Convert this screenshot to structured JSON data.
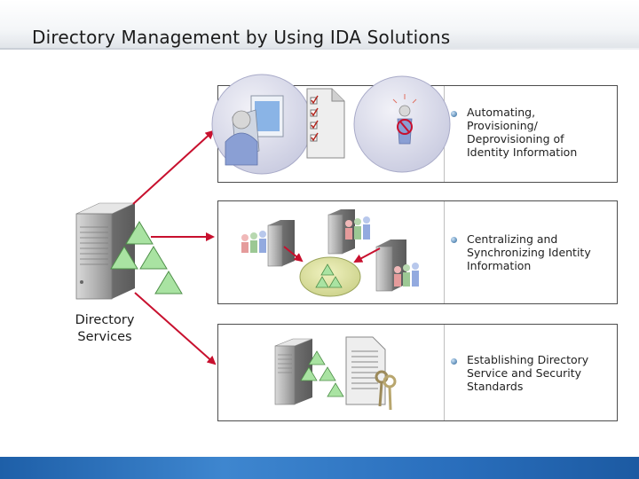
{
  "slide": {
    "title": "Directory Management by Using IDA Solutions"
  },
  "diagram": {
    "source_label": "Directory\nServices",
    "panels": [
      {
        "text": "Automating,\nProvisioning/\nDeprovisioning of\nIdentity Information"
      },
      {
        "text": "Centralizing and\nSynchronizing Identity\nInformation"
      },
      {
        "text": "Establishing Directory\nService and Security\nStandards"
      }
    ]
  },
  "colors": {
    "arrow": "#c8102e",
    "triangle": "#a9e3a2",
    "footer": "#2a6fbd"
  },
  "icons": {
    "panel_1": [
      "user-computer-icon",
      "checklist-document-icon",
      "prohibited-user-icon"
    ],
    "panel_2": [
      "server-users-icon",
      "directory-hub-icon"
    ],
    "panel_3": [
      "server-icon",
      "document-keys-icon"
    ]
  }
}
